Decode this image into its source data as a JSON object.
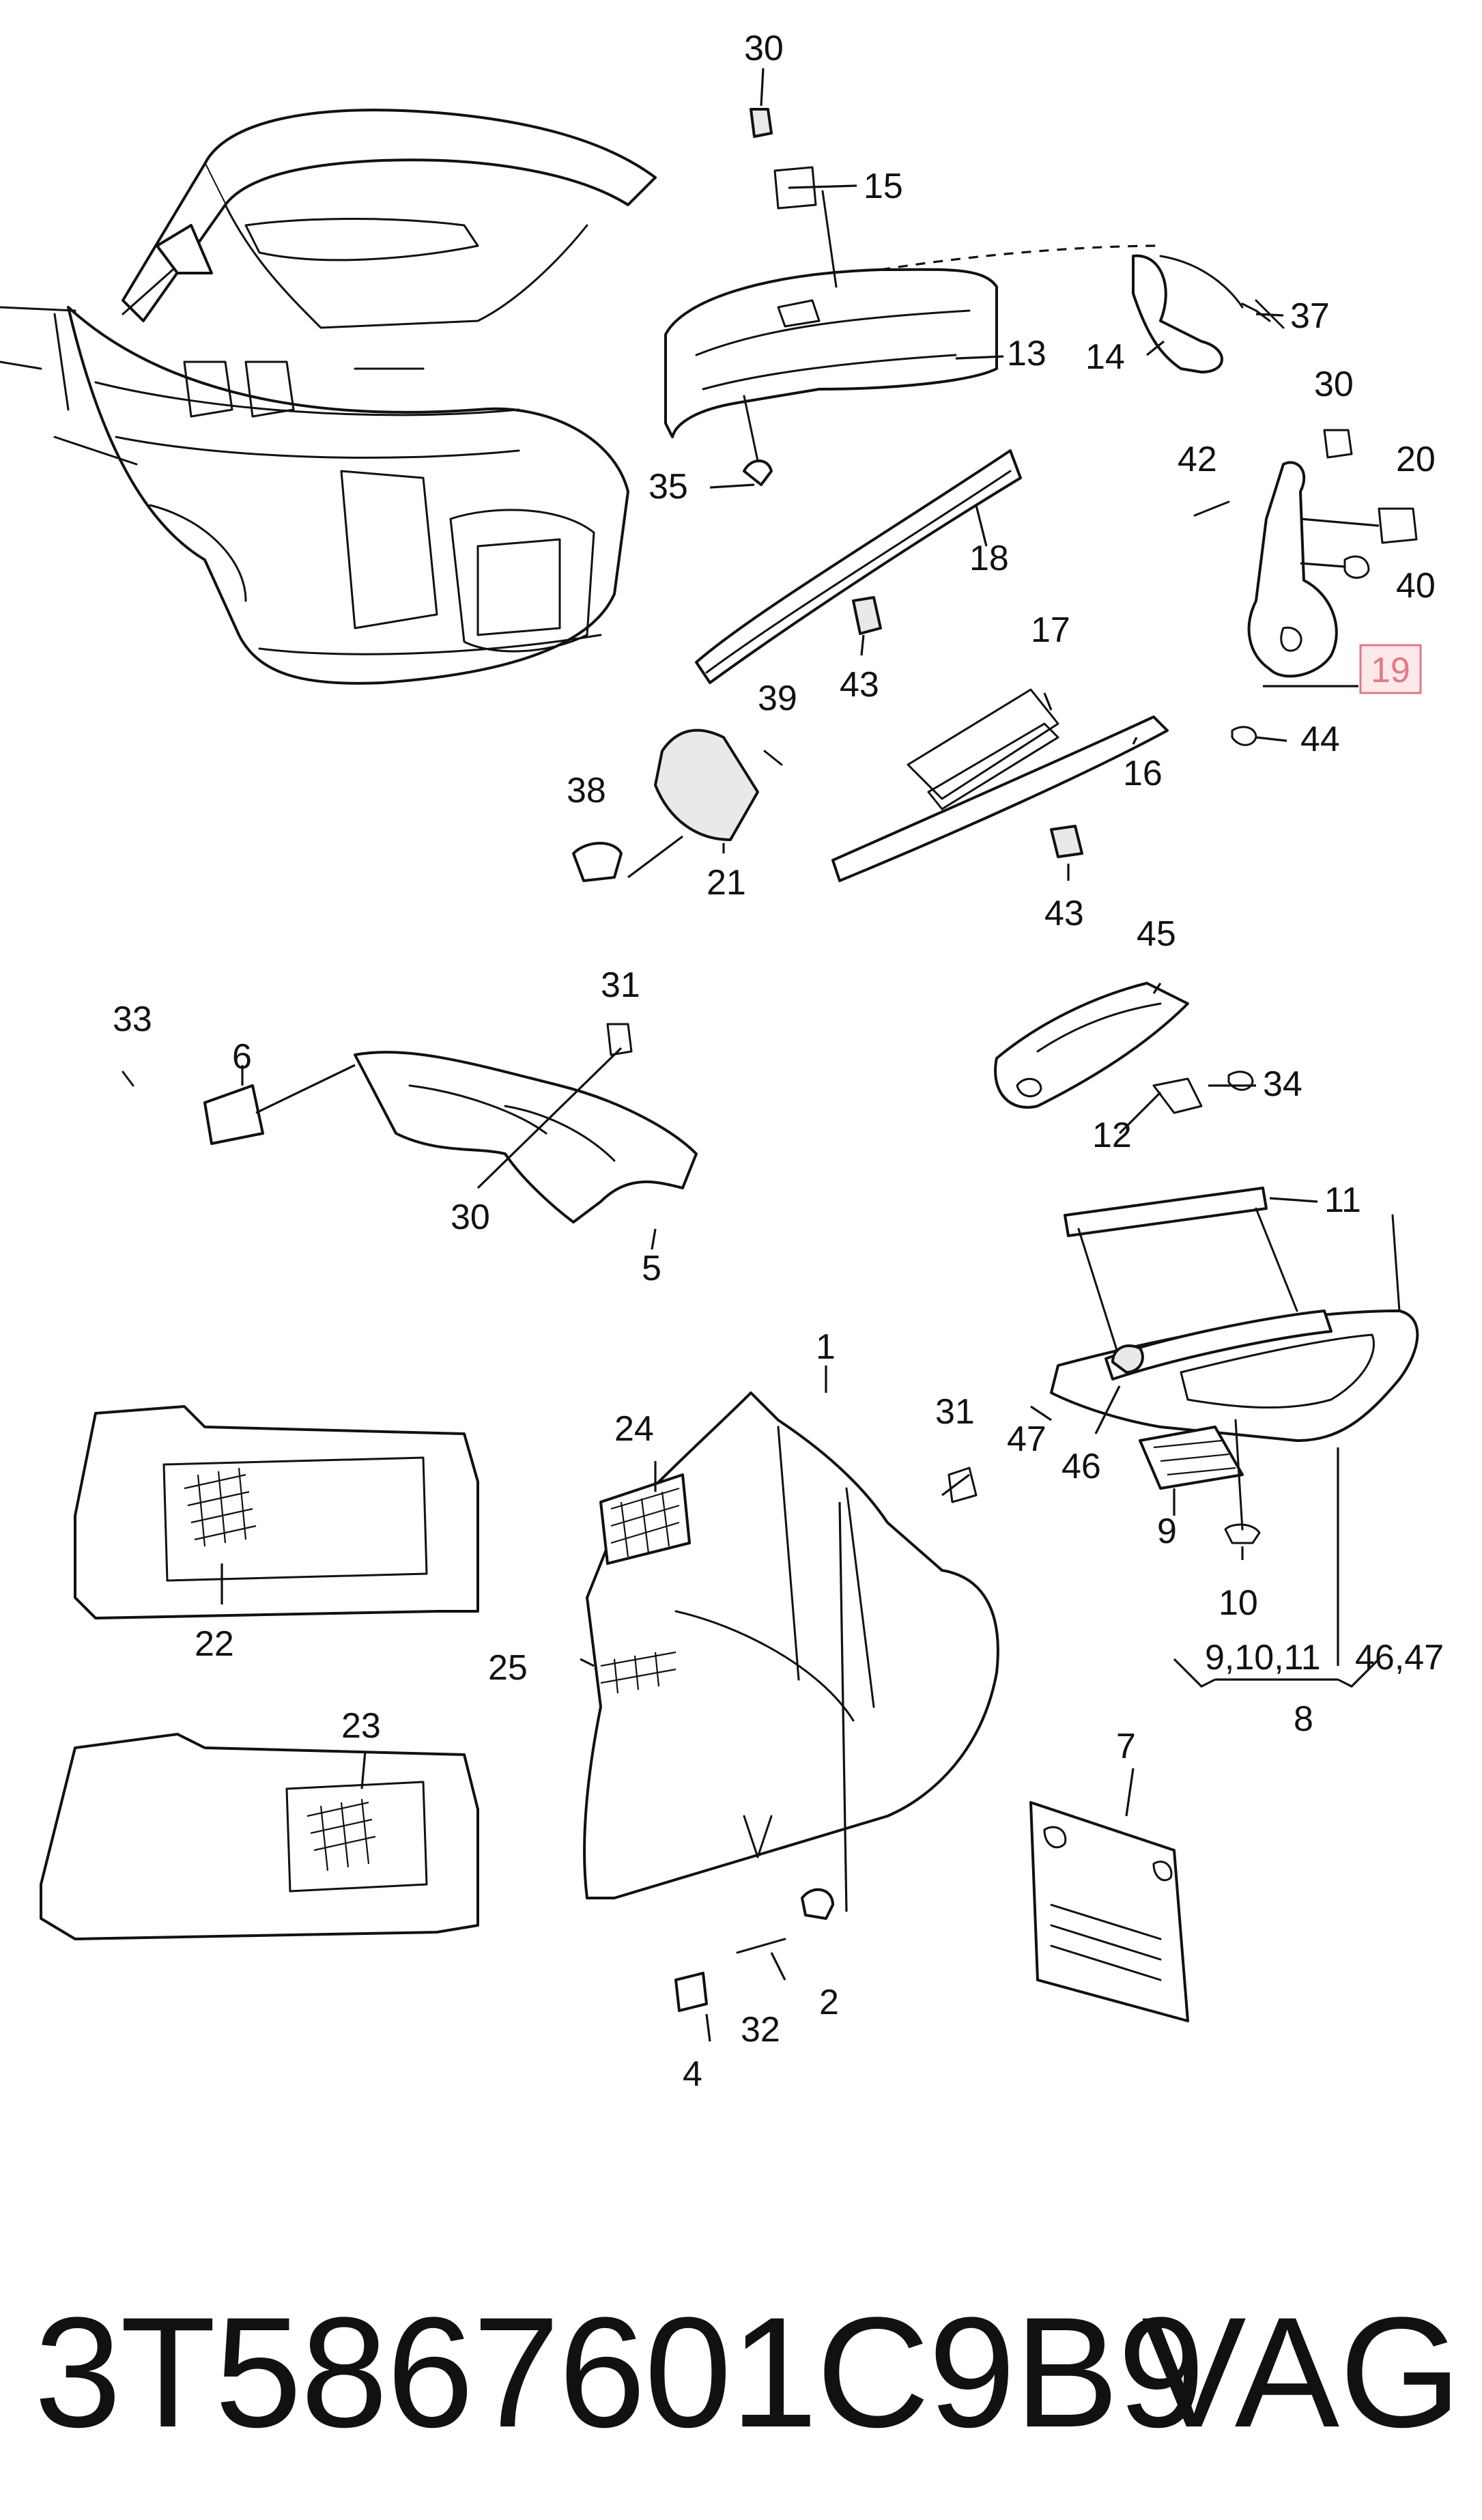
{
  "callouts": {
    "c1": "1",
    "c2": "2",
    "c4": "4",
    "c5": "5",
    "c6": "6",
    "c7": "7",
    "c8": "8",
    "c9": "9",
    "c10": "10",
    "c11": "11",
    "c12": "12",
    "c13": "13",
    "c14": "14",
    "c15": "15",
    "c16": "16",
    "c17": "17",
    "c18": "18",
    "c19": "19",
    "c20": "20",
    "c21": "21",
    "c22": "22",
    "c23": "23",
    "c24": "24",
    "c25": "25",
    "c30a": "30",
    "c30b": "30",
    "c30c": "30",
    "c31a": "31",
    "c31b": "31",
    "c32": "32",
    "c33": "33",
    "c34": "34",
    "c35": "35",
    "c37": "37",
    "c38": "38",
    "c39": "39",
    "c40": "40",
    "c42": "42",
    "c43a": "43",
    "c43b": "43",
    "c44": "44",
    "c45": "45",
    "c46": "46",
    "c47": "47",
    "c8left": "9,10,11",
    "c8right": "46,47"
  },
  "highlight": {
    "label": "19",
    "color": "#e07a86"
  },
  "footer": {
    "part_number": "3T5867601C9B9",
    "brand": "VAG"
  }
}
